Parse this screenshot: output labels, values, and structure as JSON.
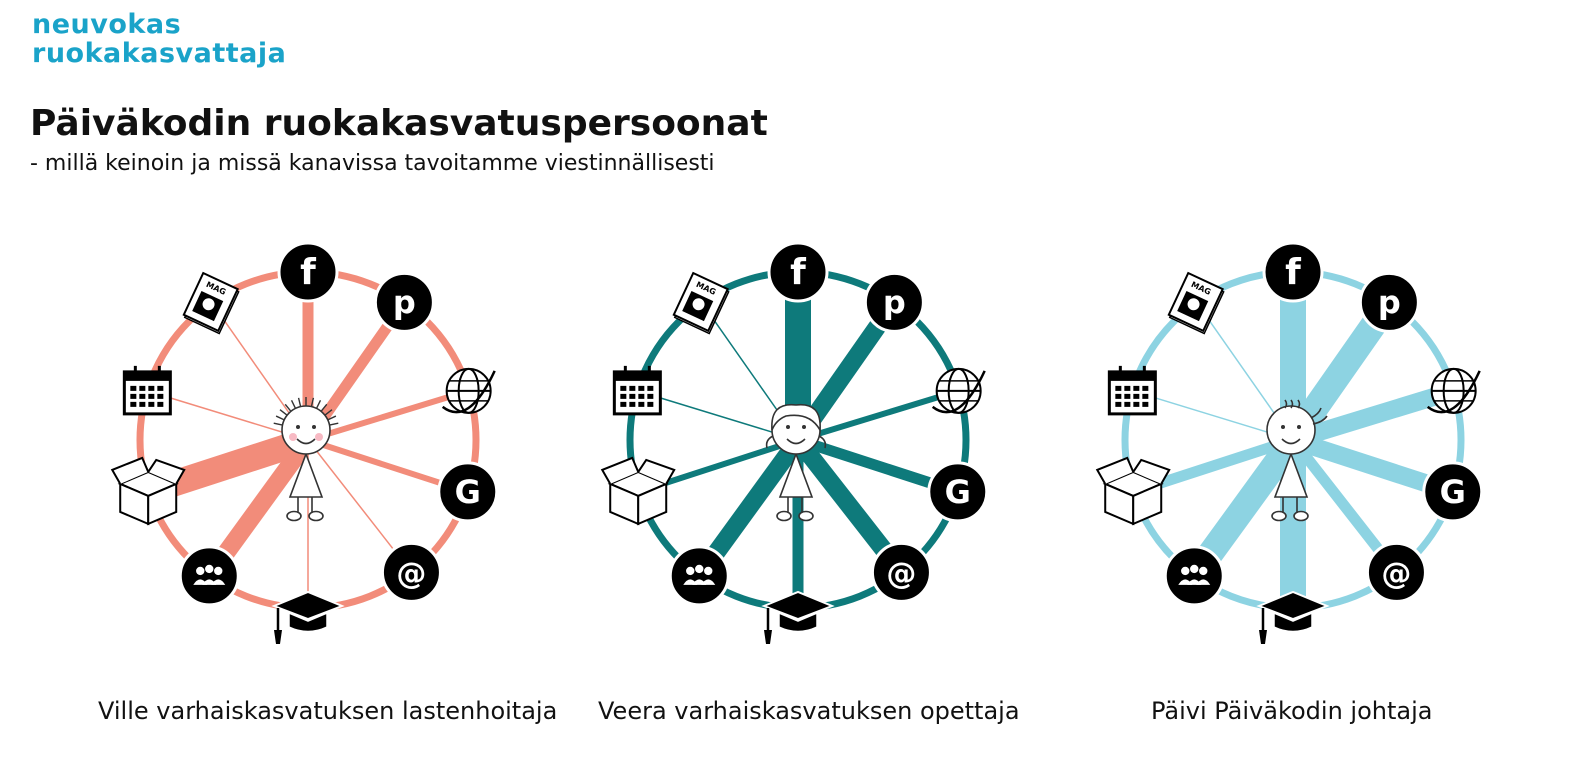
{
  "logo": {
    "line1": "neuvokas",
    "line2": "ruokakasvattaja",
    "color": "#1aa3c9"
  },
  "title": "Päiväkodin ruokakasvatuspersoonat",
  "subtitle": "- millä keinoin ja missä kanavissa tavoitamme viestinnällisesti",
  "channels": [
    {
      "key": "facebook",
      "icon": "facebook-icon",
      "letter": "f"
    },
    {
      "key": "pinterest",
      "icon": "pinterest-icon",
      "letter": "p"
    },
    {
      "key": "web",
      "icon": "globe-icon"
    },
    {
      "key": "google",
      "icon": "google-icon",
      "letter": "G"
    },
    {
      "key": "email",
      "icon": "email-icon",
      "letter": "@"
    },
    {
      "key": "training",
      "icon": "graduation-cap-icon"
    },
    {
      "key": "meetings",
      "icon": "group-icon"
    },
    {
      "key": "package",
      "icon": "box-icon"
    },
    {
      "key": "calendar",
      "icon": "calendar-icon"
    },
    {
      "key": "magazine",
      "icon": "magazine-icon",
      "label": "MAG"
    }
  ],
  "personas": [
    {
      "name": "Ville varhaiskasvatuksen lastenhoitaja",
      "color": "#f28c7a",
      "weights": {
        "facebook": 3,
        "pinterest": 3,
        "web": 2,
        "google": 2,
        "email": 1,
        "training": 1,
        "meetings": 4,
        "package": 5,
        "calendar": 1,
        "magazine": 1
      }
    },
    {
      "name": "Veera varhaiskasvatuksen opettaja",
      "color": "#0e7a7b",
      "weights": {
        "facebook": 5,
        "pinterest": 4,
        "web": 2,
        "google": 3,
        "email": 4,
        "training": 3,
        "meetings": 4,
        "package": 2,
        "calendar": 1,
        "magazine": 1
      }
    },
    {
      "name": "Päivi Päiväkodin johtaja",
      "color": "#8dd3e2",
      "weights": {
        "facebook": 5,
        "pinterest": 5,
        "web": 4,
        "google": 4,
        "email": 3,
        "training": 5,
        "meetings": 5,
        "package": 3,
        "calendar": 1,
        "magazine": 1
      }
    }
  ]
}
